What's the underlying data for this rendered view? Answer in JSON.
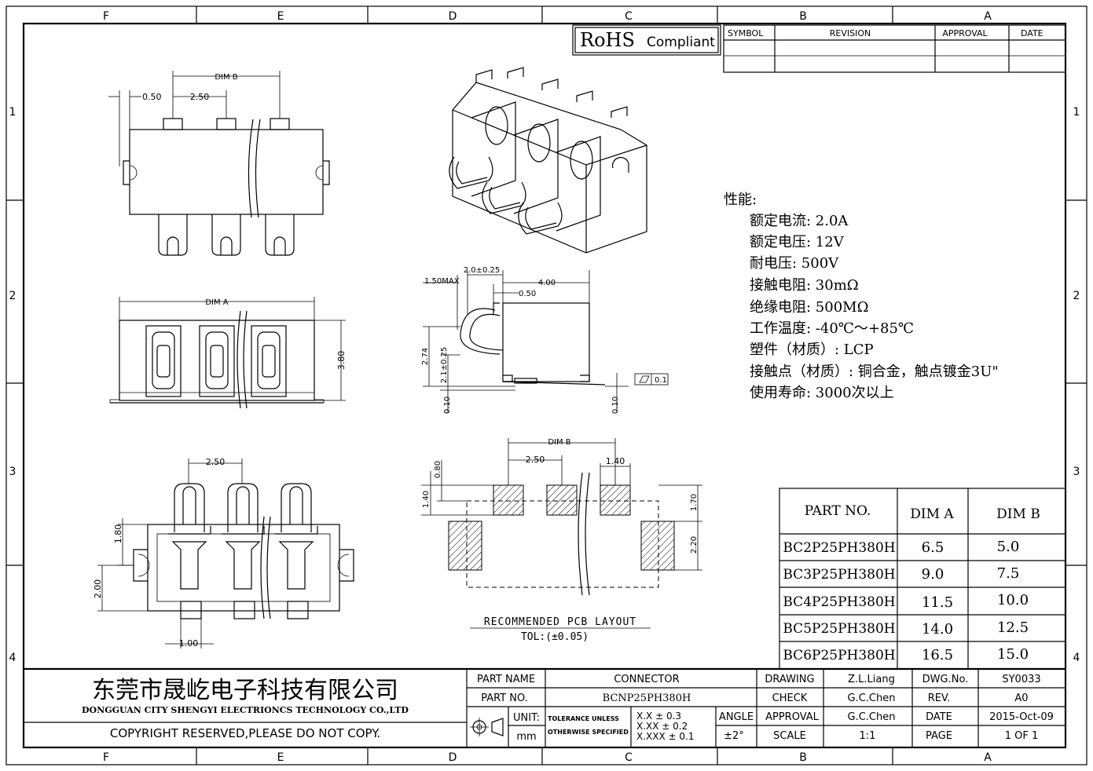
{
  "border": {
    "columns": [
      "F",
      "E",
      "D",
      "C",
      "B",
      "A"
    ],
    "rows": [
      "1",
      "2",
      "3",
      "4"
    ]
  },
  "rohs": {
    "big": "RoHS",
    "small": "Compliant"
  },
  "revision_table": {
    "headers": [
      "SYMBOL",
      "REVISION",
      "APPROVAL",
      "DATE"
    ]
  },
  "dims": {
    "top_dim_b": "DIM B",
    "top_050": "0.50",
    "top_250": "2.50",
    "side_dim_a": "DIM A",
    "side_380": "3.80",
    "sec_20": "2.0±0.25",
    "sec_150": "1.50MAX",
    "sec_400": "4.00",
    "sec_050": "0.50",
    "sec_274": "2.74",
    "sec_21": "2.1±0.25",
    "sec_010a": "0.10",
    "sec_010b": "0.10",
    "sec_flat": "0.1",
    "bot_250": "2.50",
    "bot_180": "1.80",
    "bot_200": "2.00",
    "bot_100": "1.00",
    "pcb_dim_b": "DIM B",
    "pcb_250": "2.50",
    "pcb_140a": "1.40",
    "pcb_080": "0.80",
    "pcb_140b": "1.40",
    "pcb_170": "1.70",
    "pcb_220": "2.20"
  },
  "pcb_caption": {
    "title": "RECOMMENDED PCB LAYOUT",
    "tol": "TOL:(±0.05)"
  },
  "specs": {
    "heading": "性能:",
    "lines": [
      "额定电流: 2.0A",
      "额定电压: 12V",
      "耐电压: 500V",
      "接触电阻: 30mΩ",
      "绝缘电阻: 500MΩ",
      "工作温度: -40℃～+85℃",
      "塑件（材质）: LCP",
      "接触点（材质）: 铜合金，触点镀金3U\"",
      "使用寿命: 3000次以上"
    ]
  },
  "part_table": {
    "headers": [
      "PART NO.",
      "DIM A",
      "DIM B"
    ],
    "rows": [
      [
        "BC2P25PH380H",
        "6.5",
        "5.0"
      ],
      [
        "BC3P25PH380H",
        "9.0",
        "7.5"
      ],
      [
        "BC4P25PH380H",
        "11.5",
        "10.0"
      ],
      [
        "BC5P25PH380H",
        "14.0",
        "12.5"
      ],
      [
        "BC6P25PH380H",
        "16.5",
        "15.0"
      ]
    ]
  },
  "title_block": {
    "company_cn": "东莞市晟屹电子科技有限公司",
    "company_en": "DONGGUAN CITY SHENGYI ELECTRIONCS TECHNOLOGY CO.,LTD",
    "copyright": "COPYRIGHT RESERVED,PLEASE DO NOT COPY.",
    "part_name_label": "PART NAME",
    "part_name_value": "CONNECTOR",
    "part_no_label": "PART NO.",
    "part_no_value": "BCNP25PH380H",
    "unit_label": "UNIT:",
    "unit_value": "mm",
    "tol_line1": "TOLERANCE UNLESS",
    "tol_line2": "OTHERWISE SPECIFIED",
    "tol_x": "X.X ± 0.3",
    "tol_xx": "X.XX ± 0.2",
    "tol_xxx": "X.XXX ± 0.1",
    "angle_label": "ANGLE",
    "angle_value": "±2°",
    "drawing_label": "DRAWING",
    "drawing_value": "Z.L.Liang",
    "check_label": "CHECK",
    "check_value": "G.C.Chen",
    "approval_label": "APPROVAL",
    "approval_value": "G.C.Chen",
    "scale_label": "SCALE",
    "scale_value": "1:1",
    "dwg_label": "DWG.No.",
    "dwg_value": "SY0033",
    "rev_label": "REV.",
    "rev_value": "A0",
    "date_label": "DATE",
    "date_value": "2015-Oct-09",
    "page_label": "PAGE",
    "page_value": "1 OF 1"
  }
}
